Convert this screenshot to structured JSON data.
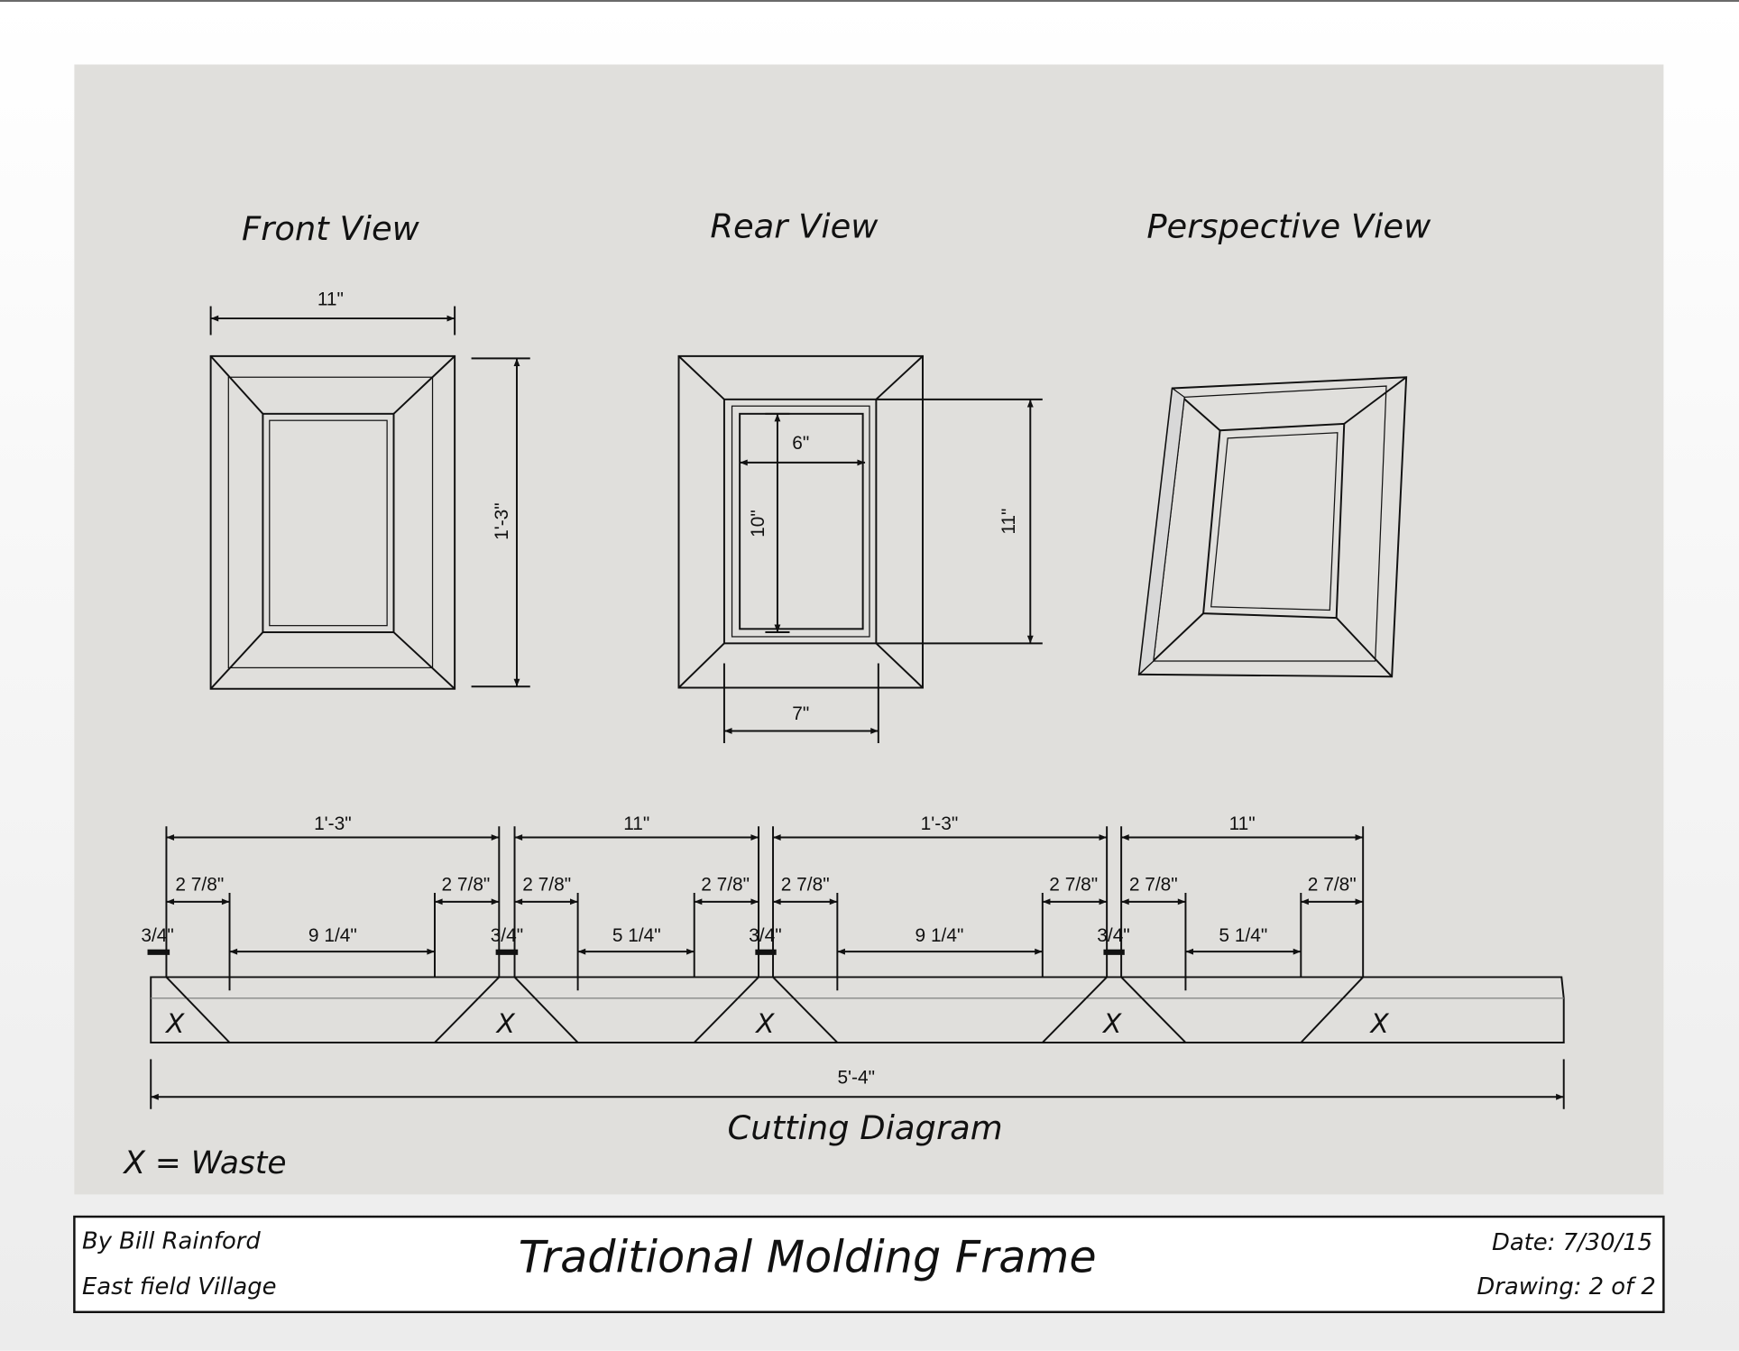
{
  "views": {
    "front": {
      "title": "Front View",
      "width": "11\"",
      "height": "1'-3\""
    },
    "rear": {
      "title": "Rear View",
      "inner_width": "6\"",
      "inner_height": "10\"",
      "outer_height": "11\"",
      "outer_width": "7\""
    },
    "perspective": {
      "title": "Perspective View"
    }
  },
  "cutting": {
    "title": "Cutting Diagram",
    "overall": "5'-4\"",
    "piece_lengths": [
      "1'-3\"",
      "11\"",
      "1'-3\"",
      "11\""
    ],
    "miter_offsets": [
      "2 7/8\"",
      "2 7/8\"",
      "2 7/8\"",
      "2 7/8\"",
      "2 7/8\"",
      "2 7/8\"",
      "2 7/8\"",
      "2 7/8\""
    ],
    "kerfs": [
      "3/4\"",
      "3/4\"",
      "3/4\"",
      "3/4\""
    ],
    "inner_lengths": [
      "9 1/4\"",
      "5 1/4\"",
      "9 1/4\"",
      "5 1/4\""
    ],
    "waste_mark": "X",
    "legend": "X = Waste"
  },
  "title_block": {
    "author": "By Bill Rainford",
    "location": "East field Village",
    "title": "Traditional Molding Frame",
    "date": "Date: 7/30/15",
    "drawing": "Drawing: 2 of 2"
  },
  "colors": {
    "panel": "#e0dfdc",
    "line": "#111111"
  }
}
